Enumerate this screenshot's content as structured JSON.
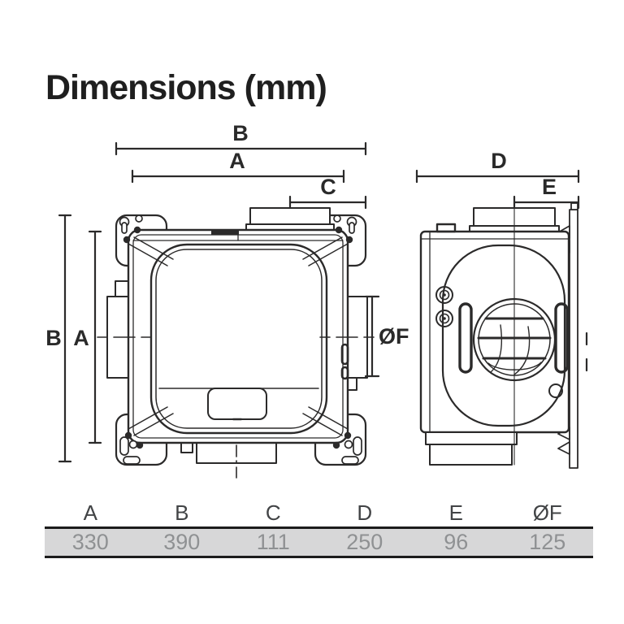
{
  "title": "Dimensions (mm)",
  "dim_labels": {
    "b_horizontal": "B",
    "a_horizontal": "A",
    "c_horizontal": "C",
    "d_horizontal": "D",
    "e_horizontal": "E",
    "b_vertical": "B",
    "a_vertical": "A",
    "f_diameter": "ØF"
  },
  "table": {
    "headers": [
      "A",
      "B",
      "C",
      "D",
      "E",
      "ØF"
    ],
    "values": [
      "330",
      "390",
      "111",
      "250",
      "96",
      "125"
    ]
  },
  "colors": {
    "line": "#2b2a2a",
    "table_row_bg": "#d7d7d8",
    "table_border": "#1c1c1c",
    "table_value_text": "#8f9193",
    "table_header_text": "#424446"
  }
}
